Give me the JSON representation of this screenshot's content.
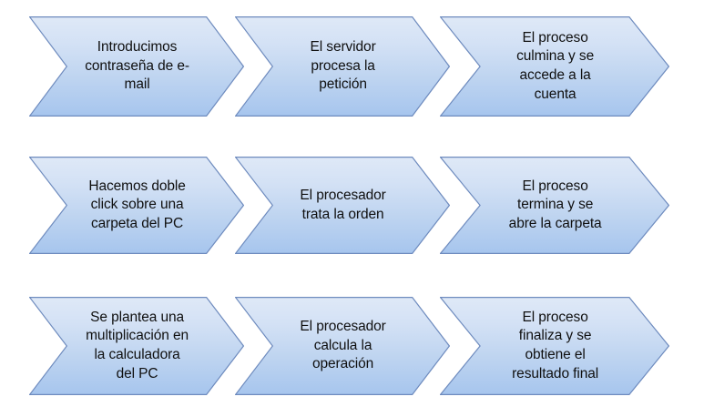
{
  "diagram": {
    "type": "process-flow-chevrons",
    "rows": 3,
    "columns": 3,
    "colors": {
      "fill_top": "#dfe9f7",
      "fill_bottom": "#a6c5ee",
      "border": "#6e8bbe",
      "text": "#101010",
      "background": "#ffffff",
      "shadow": "#787d87"
    },
    "rows_data": [
      {
        "name": "acceso-email",
        "steps": [
          {
            "label": "Introducimos\ncontraseña de e-\nmail"
          },
          {
            "label": "El servidor\nprocesa la\npetición"
          },
          {
            "label": "El proceso\nculmina y se\naccede a la\ncuenta"
          }
        ]
      },
      {
        "name": "abrir-carpeta",
        "steps": [
          {
            "label": "Hacemos doble\nclick sobre una\ncarpeta del PC"
          },
          {
            "label": "El procesador\ntrata la orden"
          },
          {
            "label": "El proceso\ntermina y se\nabre la carpeta"
          }
        ]
      },
      {
        "name": "calculadora",
        "steps": [
          {
            "label": "Se plantea una\nmultiplicación en\nla calculadora\ndel PC"
          },
          {
            "label": "El procesador\ncalcula la\noperación"
          },
          {
            "label": "El proceso\nfinaliza y se\nobtiene el\nresultado final"
          }
        ]
      }
    ]
  }
}
